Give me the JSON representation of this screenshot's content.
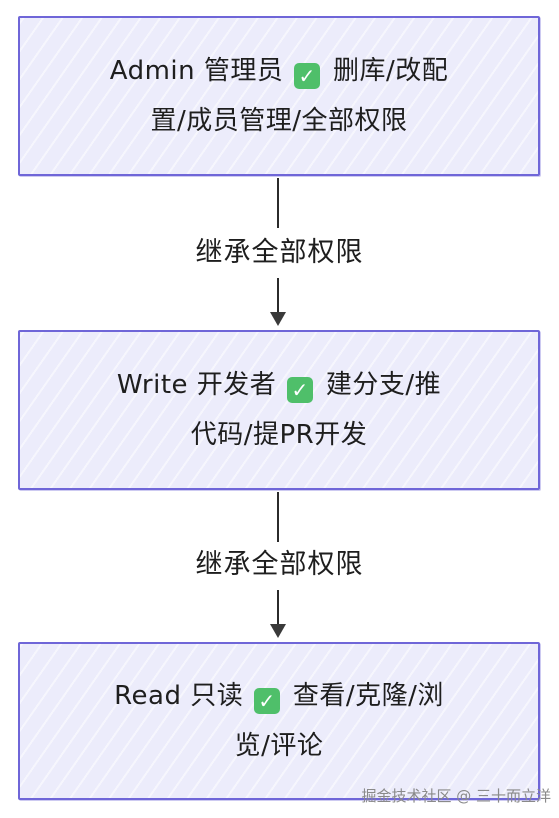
{
  "nodes": [
    {
      "role": "Admin",
      "title": "管理员",
      "check": "✓",
      "perms_a": "删库/改配",
      "perms_b": "置/成员管理/全部权限"
    },
    {
      "role": "Write",
      "title": "开发者",
      "check": "✓",
      "perms_a": "建分支/推",
      "perms_b": "代码/提PR开发"
    },
    {
      "role": "Read",
      "title": "只读",
      "check": "✓",
      "perms_a": "查看/克隆/浏",
      "perms_b": "览/评论"
    }
  ],
  "edges": [
    {
      "label": "继承全部权限"
    },
    {
      "label": "继承全部权限"
    }
  ],
  "watermark": "掘金技术社区 @ 三十而立洋",
  "colors": {
    "node_border": "#6f66d8",
    "node_fill": "#ececfb",
    "check_bg": "#4fbf6a"
  }
}
